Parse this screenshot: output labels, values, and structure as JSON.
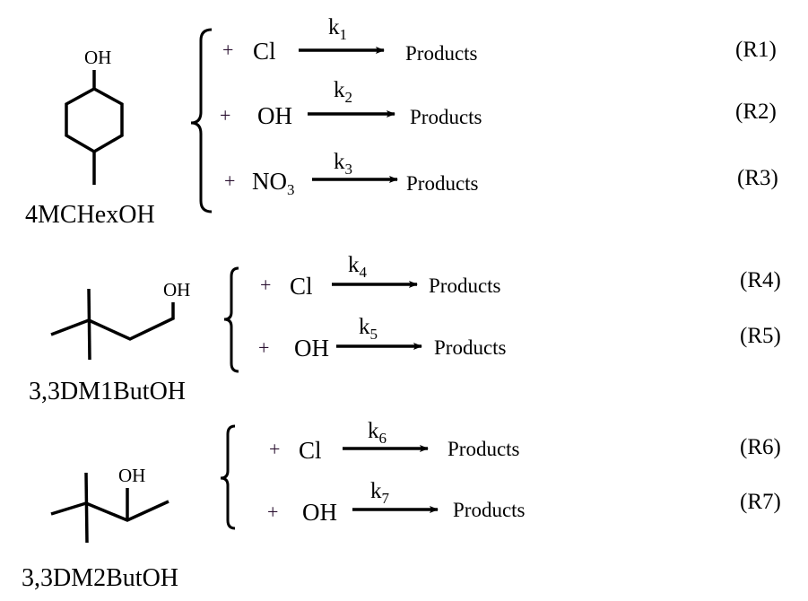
{
  "molecules": [
    {
      "name": "4MCHexOH",
      "group": "OH"
    },
    {
      "name": "3,3DM1ButOH",
      "group": "OH"
    },
    {
      "name": "3,3DM2ButOH",
      "group": "OH"
    }
  ],
  "reactions": [
    {
      "plus": "+",
      "reagent": "Cl",
      "reagent_sub": "",
      "k": "k",
      "k_sub": "1",
      "product": "Products",
      "id": "(R1)"
    },
    {
      "plus": "+",
      "reagent": "OH",
      "reagent_sub": "",
      "k": "k",
      "k_sub": "2",
      "product": "Products",
      "id": "(R2)"
    },
    {
      "plus": "+",
      "reagent": "NO",
      "reagent_sub": "3",
      "k": "k",
      "k_sub": "3",
      "product": "Products",
      "id": "(R3)"
    },
    {
      "plus": "+",
      "reagent": "Cl",
      "reagent_sub": "",
      "k": "k",
      "k_sub": "4",
      "product": "Products",
      "id": "(R4)"
    },
    {
      "plus": "+",
      "reagent": "OH",
      "reagent_sub": "",
      "k": "k",
      "k_sub": "5",
      "product": "Products",
      "id": "(R5)"
    },
    {
      "plus": "+",
      "reagent": "Cl",
      "reagent_sub": "",
      "k": "k",
      "k_sub": "6",
      "product": "Products",
      "id": "(R6)"
    },
    {
      "plus": "+",
      "reagent": "OH",
      "reagent_sub": "",
      "k": "k",
      "k_sub": "7",
      "product": "Products",
      "id": "(R7)"
    }
  ]
}
